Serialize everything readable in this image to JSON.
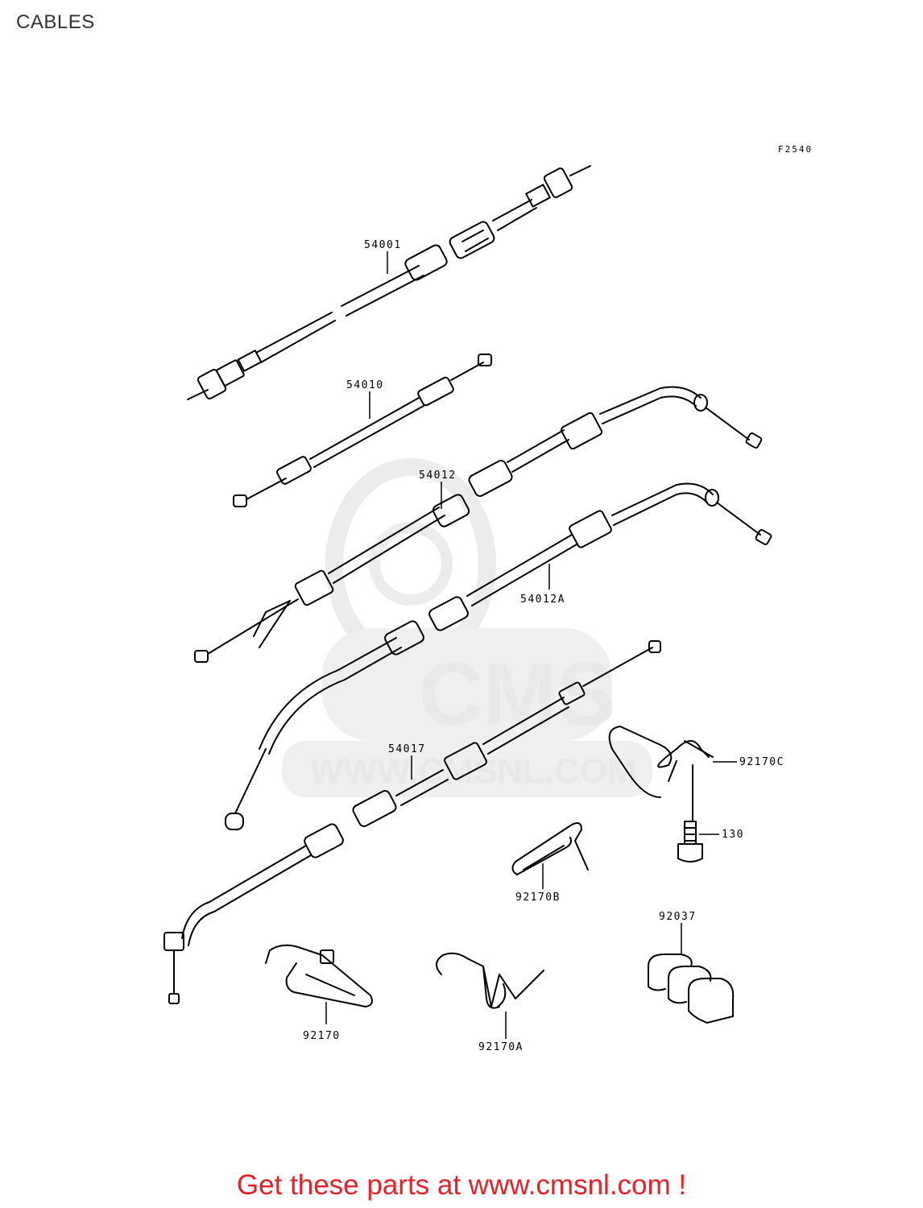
{
  "page": {
    "title": "CABLES",
    "figure_code": "F2540"
  },
  "watermark": {
    "logo": "CMS",
    "site": "WWW.CMSNL.COM"
  },
  "parts": [
    {
      "id": "p54001",
      "number": "54001"
    },
    {
      "id": "p54010",
      "number": "54010"
    },
    {
      "id": "p54012",
      "number": "54012"
    },
    {
      "id": "p54012A",
      "number": "54012A"
    },
    {
      "id": "p54017",
      "number": "54017"
    },
    {
      "id": "p92170C",
      "number": "92170C"
    },
    {
      "id": "p130",
      "number": "130"
    },
    {
      "id": "p92170B",
      "number": "92170B"
    },
    {
      "id": "p92037",
      "number": "92037"
    },
    {
      "id": "p92170",
      "number": "92170"
    },
    {
      "id": "p92170A",
      "number": "92170A"
    }
  ],
  "footer": {
    "text": "Get these parts at www.cmsnl.com !"
  }
}
